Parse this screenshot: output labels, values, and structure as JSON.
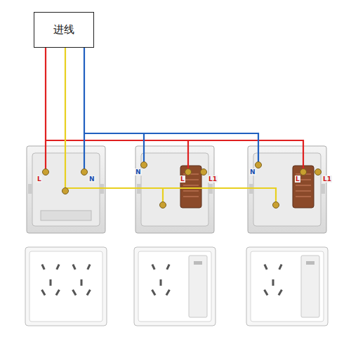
{
  "diagram": {
    "nodes": [
      {
        "text": [
          "进线"
        ]
      }
    ],
    "labels": [
      "L",
      "N",
      "N",
      "L",
      "L1",
      "N",
      "L",
      "L1"
    ]
  }
}
